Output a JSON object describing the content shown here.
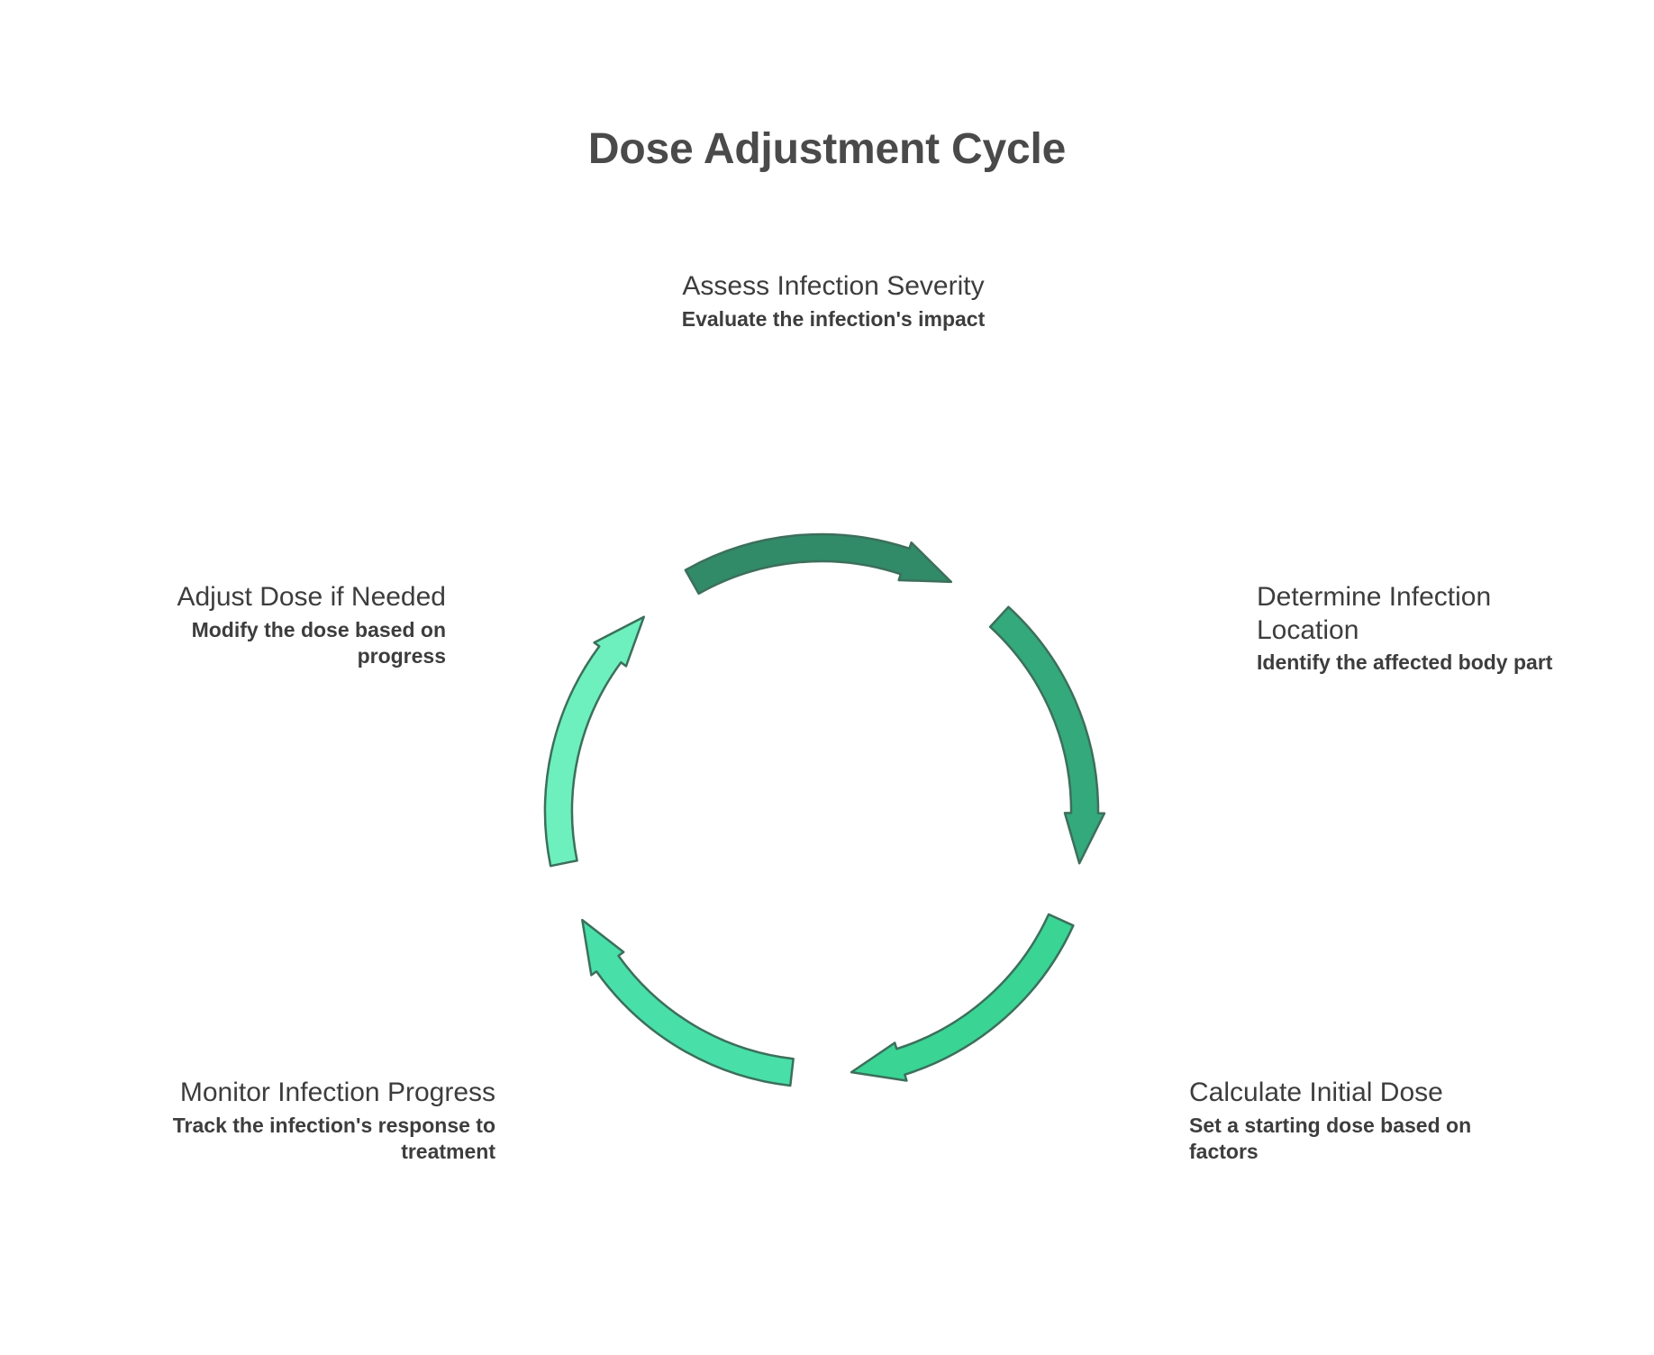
{
  "title": "Dose Adjustment Cycle",
  "theme": {
    "background": "#ffffff",
    "title_color": "#4a4a4a",
    "text_color": "#3d3d3d",
    "stroke_color": "#3c6f5c"
  },
  "chart_data": {
    "type": "cycle-diagram",
    "title": "Dose Adjustment Cycle",
    "direction": "clockwise",
    "segment_count": 5,
    "steps": [
      {
        "position": "top",
        "order": 1,
        "heading": "Assess Infection Severity",
        "description": "Evaluate the infection's impact",
        "arrow_color": "#318a68"
      },
      {
        "position": "right",
        "order": 2,
        "heading": "Determine Infection Location",
        "description": "Identify the affected body part",
        "arrow_color": "#34a97c"
      },
      {
        "position": "bottom-right",
        "order": 3,
        "heading": "Calculate Initial Dose",
        "description": "Set a starting dose based on factors",
        "arrow_color": "#3ad494"
      },
      {
        "position": "bottom-left",
        "order": 4,
        "heading": "Monitor Infection Progress",
        "description": "Track the infection's response to treatment",
        "arrow_color": "#48e0a8"
      },
      {
        "position": "left",
        "order": 5,
        "heading": "Adjust Dose if Needed",
        "description": "Modify the dose based on progress",
        "arrow_color": "#6df0bd"
      }
    ]
  },
  "steps": {
    "top": {
      "heading": "Assess Infection Severity",
      "description": "Evaluate the infection's impact"
    },
    "right": {
      "heading": "Determine Infection Location",
      "description": "Identify the affected body part"
    },
    "bottom_right": {
      "heading": "Calculate Initial Dose",
      "description": "Set a starting dose based on factors"
    },
    "bottom_left": {
      "heading": "Monitor Infection Progress",
      "description": "Track the infection's response to treatment"
    },
    "left": {
      "heading": "Adjust Dose if Needed",
      "description": "Modify the dose based on progress"
    }
  }
}
